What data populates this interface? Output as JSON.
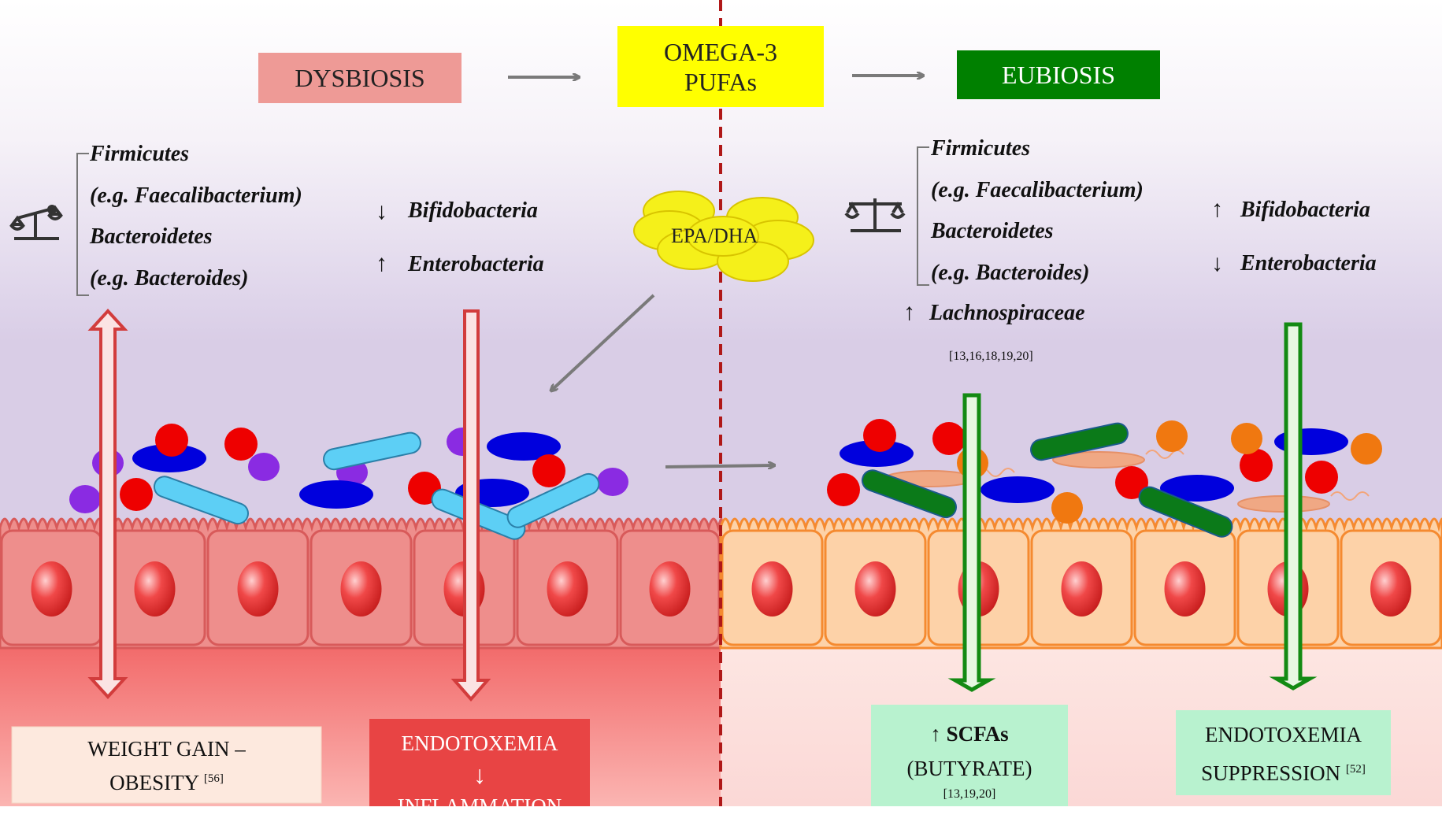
{
  "header": {
    "dysbiosis": "DYSBIOSIS",
    "omega_line1": "OMEGA-3",
    "omega_line2": "PUFAs",
    "eubiosis": "EUBIOSIS",
    "colors": {
      "dysbiosis_bg": "#ee9a96",
      "omega_bg": "#ffff00",
      "eubiosis_bg": "#008000"
    }
  },
  "epa_dha": "EPA/DHA",
  "left_taxa": [
    "Firmicutes",
    "(e.g. Faecalibacterium)",
    "Bacteroidetes",
    "(e.g. Bacteroides)"
  ],
  "left_changes": [
    {
      "arrow": "↓",
      "name": "Bifidobacteria"
    },
    {
      "arrow": "↑",
      "name": "Enterobacteria"
    }
  ],
  "right_taxa": [
    "Firmicutes",
    "(e.g. Faecalibacterium)",
    "Bacteroidetes",
    "(e.g. Bacteroides)"
  ],
  "right_lachno": {
    "arrow": "↑",
    "name": "Lachnospiraceae"
  },
  "right_lachno_refs": "[13,16,18,19,20]",
  "right_changes": [
    {
      "arrow": "↑",
      "name": "Bifidobacteria"
    },
    {
      "arrow": "↓",
      "name": "Enterobacteria"
    }
  ],
  "outcomes": {
    "weight_line1": "WEIGHT GAIN –",
    "weight_line2": "OBESITY",
    "weight_ref": "[56]",
    "endo_left_line1": "ENDOTOXEMIA",
    "endo_left_arrow": "↓",
    "endo_left_line3": "INFLAMMATION",
    "scfa_arrow": "↑",
    "scfa_line1": "SCFAs",
    "scfa_line2": "(BUTYRATE)",
    "scfa_refs": "[13,19,20]",
    "endo_right_line1": "ENDOTOXEMIA",
    "endo_right_line2": "SUPPRESSION",
    "endo_right_ref": "[52]"
  },
  "colors": {
    "left_tissue": "#ee8e8c",
    "right_tissue": "#fdd2a8",
    "red_arrow": "#d23c3c",
    "green_arrow": "#138a13",
    "bifido_blue": "#5dcff5",
    "green_bacteria": "#0b7a19"
  }
}
